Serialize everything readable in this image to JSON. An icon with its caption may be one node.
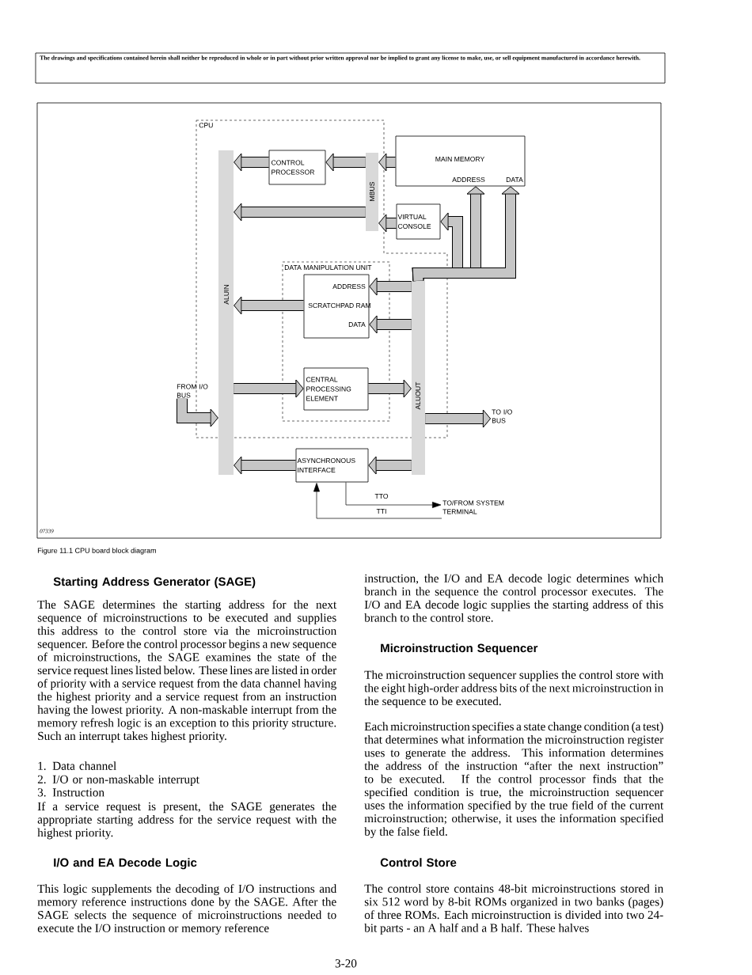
{
  "diagram": {
    "caption": "Figure 11.1 CPU board block diagram",
    "nodes": [
      {
        "text": [
          "CPU"
        ]
      },
      {
        "text": [
          "CONTROL PROCESSOR"
        ],
        "in": 0
      },
      {
        "text": [
          "MAIN MEMORY",
          "ADDRESS",
          "DATA"
        ]
      },
      {
        "text": [
          "MBUS"
        ],
        "in": 0
      },
      {
        "text": [
          "VIRTUAL CONSOLE"
        ]
      },
      {
        "text": [
          "ALUIN"
        ]
      },
      {
        "text": [
          "DATA MANIPULATION UNIT"
        ],
        "in": 0
      },
      {
        "text": [
          "ADDRESS",
          "SCRATCHPAD RAM",
          "DATA"
        ],
        "in": 6
      },
      {
        "text": [
          "CENTRAL PROCESSING ELEMENT"
        ],
        "in": 6
      },
      {
        "text": [
          "ALUOUT"
        ]
      },
      {
        "text": [
          "ASYNCHRONOUS INTERFACE"
        ]
      },
      {
        "text": [
          "FROM I/O BUS"
        ]
      },
      {
        "text": [
          "TO I/O BUS"
        ]
      },
      {
        "text": [
          "TO/FROM SYSTEM TERMINAL"
        ]
      }
    ],
    "edges": [
      {
        "from": 2,
        "to": 3,
        "arrow": "to"
      },
      {
        "from": 3,
        "to": 1,
        "arrow": "to"
      },
      {
        "from": 1,
        "to": 5,
        "arrow": "to"
      },
      {
        "from": 3,
        "to": 5,
        "arrow": "to"
      },
      {
        "from": 4,
        "to": 3,
        "arrow": "to"
      },
      {
        "from": 9,
        "to": 4,
        "arrow": "to"
      },
      {
        "from": 9,
        "to": 2,
        "arrow": "to"
      },
      {
        "from": 9,
        "to": 2,
        "arrow": "to"
      },
      {
        "from": 9,
        "to": 7,
        "arrow": "to"
      },
      {
        "from": 9,
        "to": 7,
        "arrow": "to"
      },
      {
        "from": 7,
        "to": 5,
        "arrow": "to"
      },
      {
        "from": 5,
        "to": 8,
        "arrow": "to"
      },
      {
        "from": 8,
        "to": 9,
        "arrow": "to"
      },
      {
        "from": 9,
        "to": 12,
        "arrow": "to"
      },
      {
        "from": 11,
        "to": 5,
        "arrow": "to"
      },
      {
        "from": 9,
        "to": 10,
        "arrow": "to"
      },
      {
        "from": 10,
        "to": 5,
        "arrow": "to"
      },
      {
        "from": 10,
        "to": 13,
        "arrow": "to",
        "label": "TTO"
      },
      {
        "from": 13,
        "to": 10,
        "arrow": "to",
        "label": "TTI"
      }
    ],
    "labels": [
      "The drawings and specifications contained herein shall neither be reproduced in whole or in part without prior written approval nor be implied to grant any license to make, use, or sell equipment manufactured in accordance herewith.",
      "07339",
      "Starting Address Generator (SAGE)",
      "The SAGE determines the starting address for the next sequence of microinstructions to be executed and supplies this address to the control store via the microinstruction sequencer. Before the control processor begins a new sequence of microinstructions, the SAGE examines the state of the service request lines listed below. These lines are listed in order of priority with a service request from the data channel having the highest priority and a service request from an instruction having the lowest priority. A non-maskable interrupt from the memory refresh logic is an exception to this priority structure. Such an interrupt takes highest priority.",
      "1. Data channel",
      "2. I/O or non-maskable interrupt",
      "3. Instruction",
      "If a service request is present, the SAGE generates the appropriate starting address for the service request with the highest priority.",
      "I/O and EA Decode Logic",
      "This logic supplements the decoding of I/O instructions and memory reference instructions done by the SAGE. After the SAGE selects the sequence of microinstructions needed to execute the I/O instruction or memory reference",
      "instruction, the I/O and EA decode logic determines which branch in the sequence the control processor executes. The I/O and EA decode logic supplies the starting address of this branch to the control store.",
      "Microinstruction Sequencer",
      "The microinstruction sequencer supplies the control store with the eight high-order address bits of the next microinstruction in the sequence to be executed.",
      "Each microinstruction specifies a state change condition (a test) that determines what information the microinstruction register uses to generate the address. This information determines the address of the instruction “after the next instruction” to be executed. If the control processor finds that the specified condition is true, the microinstruction sequencer uses the information specified by the true field of the current microinstruction; otherwise, it uses the information specified by the false field.",
      "Control Store",
      "The control store contains 48-bit microinstructions stored in six 512 word by 8-bit ROMs organized in two banks (pages) of three ROMs. Each microinstruction is divided into two 24-bit parts - an A half and a B half. These halves",
      "3-20"
    ]
  }
}
